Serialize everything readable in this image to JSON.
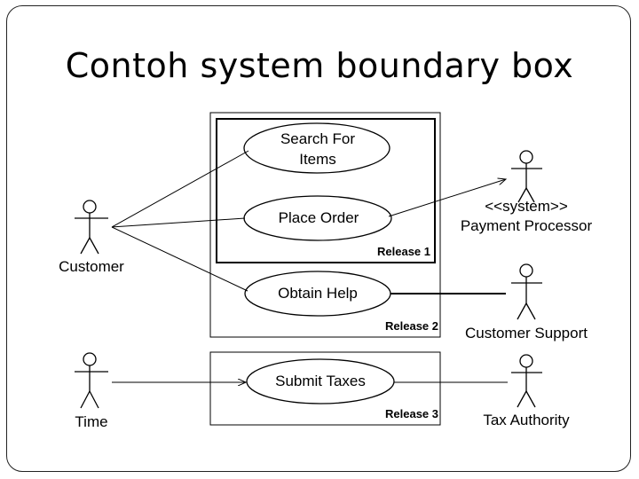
{
  "title": "Contoh system boundary box",
  "use_cases": {
    "search": [
      "Search For",
      "Items"
    ],
    "place_order": "Place Order",
    "obtain_help": "Obtain Help",
    "submit_taxes": "Submit Taxes"
  },
  "actors": {
    "customer": "Customer",
    "payment_processor": [
      "<<system>>",
      "Payment Processor"
    ],
    "customer_support": "Customer Support",
    "time": "Time",
    "tax_authority": "Tax Authority"
  },
  "releases": {
    "r1": "Release 1",
    "r2": "Release 2",
    "r3": "Release 3"
  }
}
